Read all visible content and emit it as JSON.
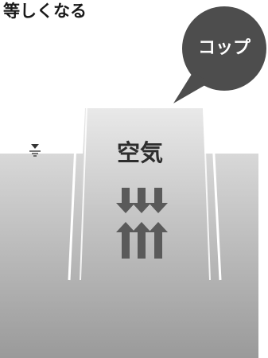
{
  "heading": "等しくなる",
  "labels": {
    "cup": "コップ",
    "air": "空気"
  },
  "icons": {
    "water_level": "water-level-mark-icon",
    "pressure_down": "arrow-down-icon",
    "pressure_up": "arrow-up-icon"
  },
  "colors": {
    "callout_bubble": "#4d4d4d",
    "air_label": "#2d2d2d",
    "water_top": "#d6d6d6",
    "water_bottom": "#9a9a9a",
    "cup_glass": "#ffffff",
    "arrows": "#5a5a5a"
  }
}
